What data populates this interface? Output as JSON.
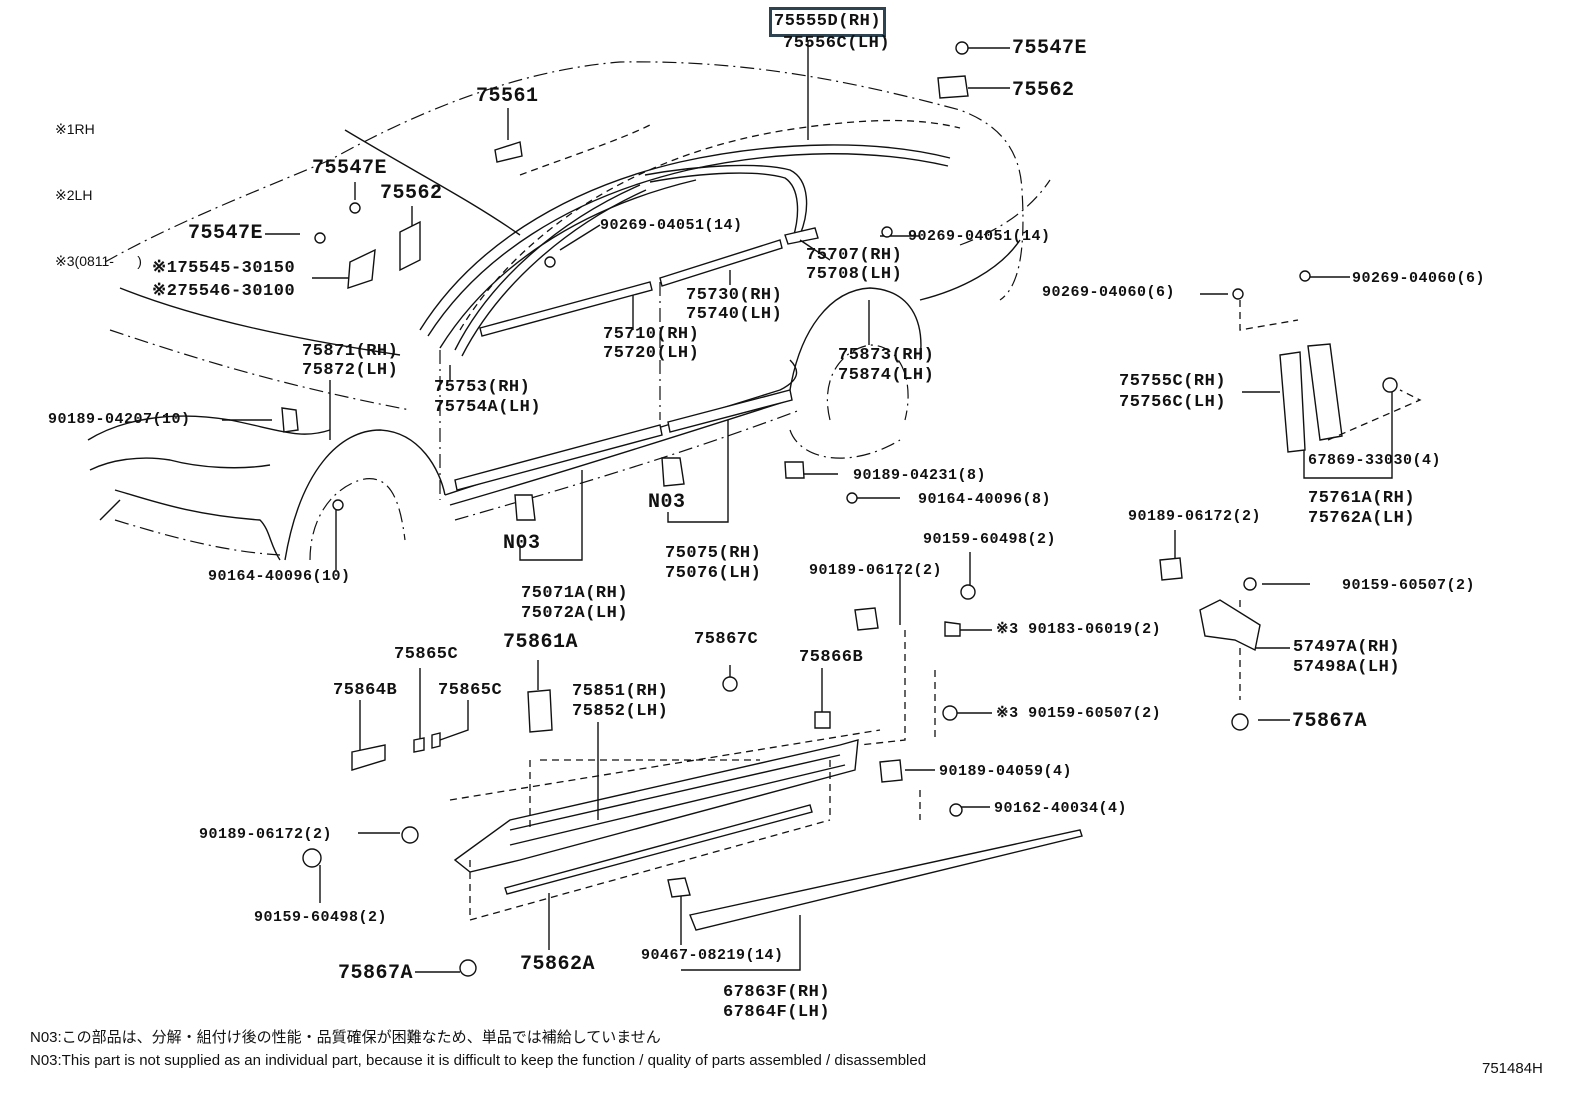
{
  "legend": [
    {
      "mark": "※1",
      "text": "RH"
    },
    {
      "mark": "※2",
      "text": "LH"
    },
    {
      "mark": "※3",
      "text": "(0811-      )"
    }
  ],
  "highlight_color": "#2d4352",
  "parts": {
    "p75555D": "75555D(RH)",
    "p75556C": "75556C(LH)",
    "p75547E_top": "75547E",
    "p75562_top": "75562",
    "p75561": "75561",
    "p75547E_mid": "75547E",
    "p75562_mid": "75562",
    "p75547E_left": "75547E",
    "p75545": "※175545-30150",
    "p75546": "※275546-30100",
    "p90269_04051_a": "90269-04051(14)",
    "p90269_04051_b": "90269-04051(14)",
    "p75707": "75707(RH)",
    "p75708": "75708(LH)",
    "p75730": "75730(RH)",
    "p75740": "75740(LH)",
    "p75710": "75710(RH)",
    "p75720": "75720(LH)",
    "p75871": "75871(RH)",
    "p75872": "75872(LH)",
    "p75753": "75753(RH)",
    "p75754A": "75754A(LH)",
    "p75873": "75873(RH)",
    "p75874": "75874(LH)",
    "p90269_04060_a": "90269-04060(6)",
    "p90269_04060_b": "90269-04060(6)",
    "p75755C": "75755C(RH)",
    "p75756C": "75756C(LH)",
    "p67869": "67869-33030(4)",
    "p75761A": "75761A(RH)",
    "p75762A": "75762A(LH)",
    "p90189_04207": "90189-04207(10)",
    "p90164_40096_10": "90164-40096(10)",
    "p90189_04231": "90189-04231(8)",
    "p90164_40096_8": "90164-40096(8)",
    "pN03_a": "N03",
    "pN03_b": "N03",
    "p75071A": "75071A(RH)",
    "p75072A": "75072A(LH)",
    "p75075": "75075(RH)",
    "p75076": "75076(LH)",
    "p90159_60498_r": "90159-60498(2)",
    "p90189_06172_m": "90189-06172(2)",
    "p90189_06172_r": "90189-06172(2)",
    "p90159_60507_r": "90159-60507(2)",
    "p90183_06019": "※3 90183-06019(2)",
    "p90159_60507_m": "※3 90159-60507(2)",
    "p57497A": "57497A(RH)",
    "p57498A": "57498A(LH)",
    "p75867A_r": "75867A",
    "p75861A": "75861A",
    "p75865C_a": "75865C",
    "p75865C_b": "75865C",
    "p75864B": "75864B",
    "p75867C": "75867C",
    "p75866B": "75866B",
    "p75851": "75851(RH)",
    "p75852": "75852(LH)",
    "p90189_04059": "90189-04059(4)",
    "p90162_40034": "90162-40034(4)",
    "p90189_06172_l": "90189-06172(2)",
    "p90159_60498_l": "90159-60498(2)",
    "p75867A_l": "75867A",
    "p75862A": "75862A",
    "p90467": "90467-08219(14)",
    "p67863F": "67863F(RH)",
    "p67864F": "67864F(LH)"
  },
  "notes": {
    "jp": "N03:この部品は、分解・組付け後の性能・品質確保が困難なため、単品では補給していません",
    "en": "N03:This part is not supplied as an individual part, because it is difficult to keep the function / quality of parts assembled / disassembled"
  },
  "figure_id": "751484H"
}
